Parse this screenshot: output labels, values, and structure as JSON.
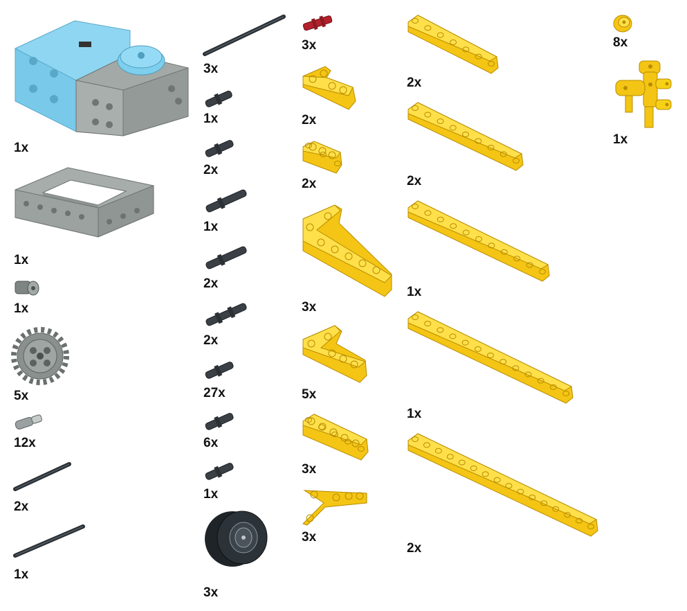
{
  "colors": {
    "motor_blue": "#7ecfee",
    "motor_gray": "#9aa1a0",
    "frame_gray": "#a3aaa8",
    "dark_gray": "#5f6563",
    "axle_black": "#2a2f33",
    "pin_red": "#b3222c",
    "beam_yellow": "#f7d117",
    "beam_edge": "#c99a00",
    "tire_black": "#1f2428",
    "label_text": "#111111"
  },
  "parts": [
    {
      "name": "large-motor",
      "icon": "motor-icon",
      "quantity": "1x"
    },
    {
      "name": "frame-5x7",
      "icon": "open-frame-icon",
      "quantity": "1x"
    },
    {
      "name": "bush",
      "icon": "bush-icon",
      "quantity": "1x"
    },
    {
      "name": "gear-24-tooth",
      "icon": "gear-icon",
      "quantity": "5x"
    },
    {
      "name": "pin-with-axle",
      "icon": "pin-axle-gray-icon",
      "quantity": "12x"
    },
    {
      "name": "axle-short-left",
      "icon": "axle-icon",
      "quantity": "2x"
    },
    {
      "name": "axle-long-left",
      "icon": "axle-icon",
      "quantity": "1x"
    },
    {
      "name": "axle-long-mid",
      "icon": "axle-icon",
      "quantity": "3x"
    },
    {
      "name": "pin-short-1",
      "icon": "pin-icon",
      "quantity": "1x"
    },
    {
      "name": "pin-short-2",
      "icon": "pin-icon",
      "quantity": "2x"
    },
    {
      "name": "pin-long-1",
      "icon": "long-pin-icon",
      "quantity": "1x"
    },
    {
      "name": "pin-long-2",
      "icon": "long-pin-icon",
      "quantity": "2x"
    },
    {
      "name": "pin-long-3",
      "icon": "long-pin-icon",
      "quantity": "2x"
    },
    {
      "name": "pin-friction",
      "icon": "pin-icon",
      "quantity": "27x"
    },
    {
      "name": "pin-friction-2",
      "icon": "pin-icon",
      "quantity": "6x"
    },
    {
      "name": "pin-friction-3",
      "icon": "pin-icon",
      "quantity": "1x"
    },
    {
      "name": "wheel-tire",
      "icon": "wheel-icon",
      "quantity": "3x"
    },
    {
      "name": "red-axle-pin",
      "icon": "red-pin-icon",
      "quantity": "3x"
    },
    {
      "name": "l-beam-small",
      "icon": "l-beam-icon",
      "quantity": "2x"
    },
    {
      "name": "beam-3",
      "icon": "beam-icon",
      "quantity": "2x"
    },
    {
      "name": "l-beam-large",
      "icon": "l-beam-icon",
      "quantity": "3x"
    },
    {
      "name": "l-beam-medium",
      "icon": "l-beam-icon",
      "quantity": "5x"
    },
    {
      "name": "beam-5",
      "icon": "beam-icon",
      "quantity": "3x"
    },
    {
      "name": "triangle-beam",
      "icon": "triangle-beam-icon",
      "quantity": "3x"
    },
    {
      "name": "beam-9",
      "icon": "beam-icon",
      "quantity": "2x"
    },
    {
      "name": "beam-11",
      "icon": "beam-icon",
      "quantity": "2x"
    },
    {
      "name": "beam-13",
      "icon": "beam-icon",
      "quantity": "1x"
    },
    {
      "name": "beam-15a",
      "icon": "beam-icon",
      "quantity": "1x"
    },
    {
      "name": "beam-15b",
      "icon": "beam-icon",
      "quantity": "2x"
    },
    {
      "name": "bush-yellow",
      "icon": "bush-icon",
      "quantity": "8x"
    },
    {
      "name": "connector-yellow",
      "icon": "connector-icon",
      "quantity": "1x"
    }
  ]
}
